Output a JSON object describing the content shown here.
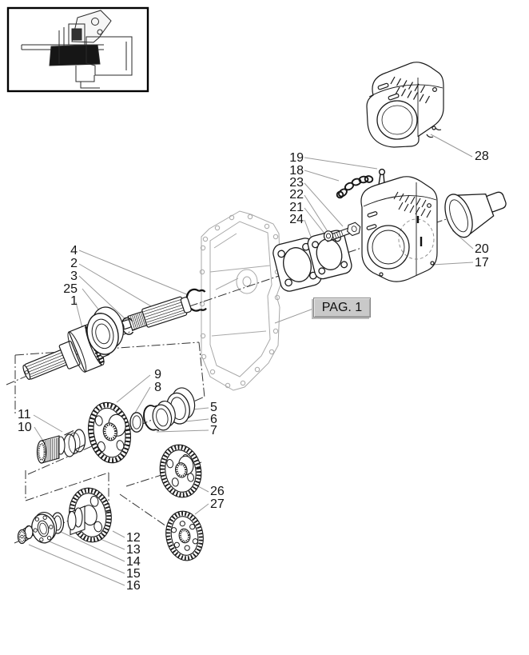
{
  "figure": {
    "page_button_label": "PAG. 1",
    "colors": {
      "line": "#1a1a1a",
      "reference_gray": "#a8a8a8",
      "leader_gray": "#9a9a9a",
      "button_bg": "#c9c9c9"
    },
    "callouts": {
      "top_cover": "28",
      "cover_group": [
        "19",
        "18",
        "23",
        "22",
        "21",
        "24"
      ],
      "cap_pair": [
        "20",
        "17"
      ],
      "input_shaft_group": [
        "4",
        "2",
        "3",
        "25",
        "1"
      ],
      "driven_gear_pair": [
        "9",
        "8"
      ],
      "ring_group": [
        "5",
        "6",
        "7"
      ],
      "coupler_pair": [
        "11",
        "10"
      ],
      "idler_pair": [
        "26",
        "27"
      ],
      "countershaft_group": [
        "12",
        "13",
        "14",
        "15",
        "16"
      ]
    }
  }
}
